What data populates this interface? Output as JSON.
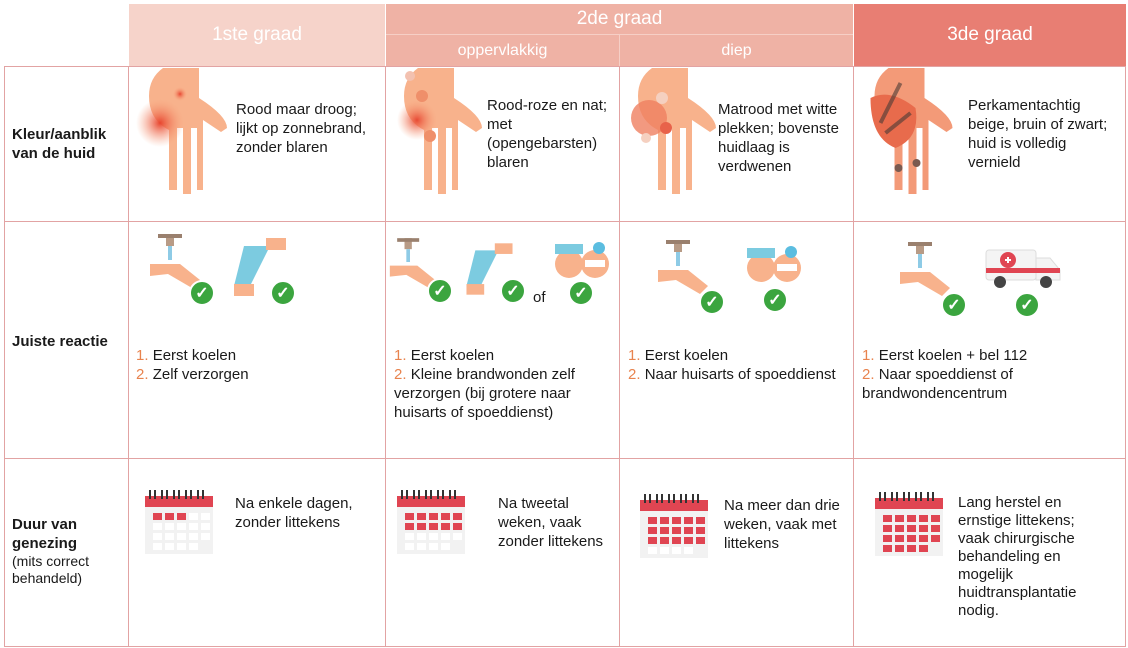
{
  "header": {
    "first": "1ste graad",
    "second": "2de graad",
    "second_sub": [
      "oppervlakkig",
      "diep"
    ],
    "third": "3de graad"
  },
  "rows": {
    "appearance": {
      "label": "Kleur/aanblik van de huid",
      "cells": [
        "Rood maar droog; lijkt op zonnebrand, zonder blaren",
        "Rood-roze en nat; met (opengebarsten) blaren",
        "Matrood met witte plekken; bovenste huidlaag is verdwenen",
        "Perkamentachtig beige, bruin of zwart; huid is volledig vernield"
      ]
    },
    "reaction": {
      "label": "Juiste reactie",
      "or_label": "of",
      "cells": [
        {
          "steps": [
            {
              "n": "1.",
              "t": "Eerst koelen"
            },
            {
              "n": "2.",
              "t": "Zelf verzorgen"
            }
          ]
        },
        {
          "steps": [
            {
              "n": "1.",
              "t": "Eerst koelen"
            },
            {
              "n": "2.",
              "t": "Kleine brandwonden zelf verzorgen (bij grotere naar huisarts of spoeddienst)"
            }
          ]
        },
        {
          "steps": [
            {
              "n": "1.",
              "t": "Eerst koelen"
            },
            {
              "n": "2.",
              "t": "Naar huisarts of spoeddienst"
            }
          ]
        },
        {
          "steps": [
            {
              "n": "1.",
              "t": "Eerst koelen + bel 112"
            },
            {
              "n": "2.",
              "t": "Naar spoeddienst of brandwondencentrum"
            }
          ]
        }
      ]
    },
    "healing": {
      "label": "Duur van genezing",
      "sublabel": "(mits correct behandeld)",
      "cells": [
        {
          "text": "Na enkele dagen, zonder littekens",
          "filled_days": 3
        },
        {
          "text": "Na tweetal weken, vaak zonder littekens",
          "filled_days": 10
        },
        {
          "text": "Na meer dan drie weken, vaak met littekens",
          "filled_days": 15
        },
        {
          "text": "Lang herstel en ernstige littekens; vaak chirurgische behandeling en mogelijk huidtransplantatie nodig.",
          "filled_days": 19
        }
      ]
    }
  },
  "colors": {
    "first": "#f6d3ca",
    "second": "#efb2a5",
    "third": "#e87e73",
    "check": "#3ba53f",
    "number": "#e8834e",
    "calendar": "#e04552"
  }
}
